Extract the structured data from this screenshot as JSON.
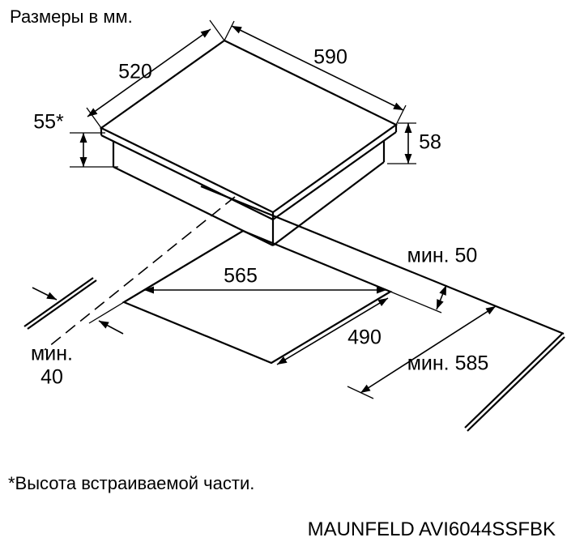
{
  "title": "Размеры в мм.",
  "footnote": "*Высота встраиваемой части.",
  "model": "MAUNFELD AVI6044SSFBK",
  "dims": {
    "hob_width": "590",
    "hob_depth": "520",
    "built_in_height": "55*",
    "total_height": "58",
    "cutout_width": "565",
    "cutout_depth": "490",
    "min_back_clearance": "мин. 50",
    "min_side_clearance": "мин.\n40",
    "min_counter_depth": "мин. 585"
  },
  "colors": {
    "line": "#000000",
    "background": "#ffffff"
  }
}
